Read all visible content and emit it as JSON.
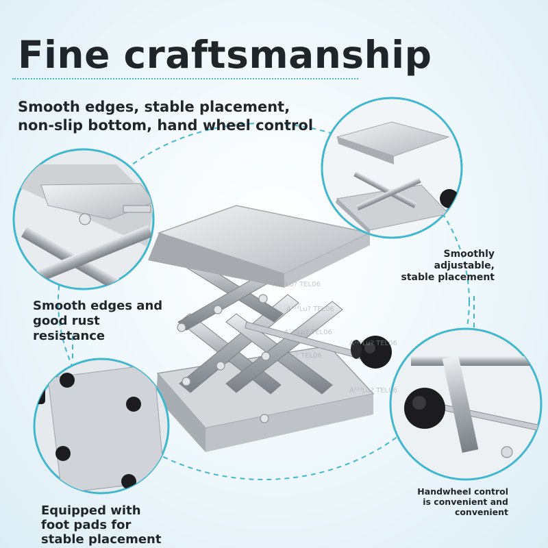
{
  "heading": "Fine craftsmanship",
  "subheading": {
    "line1": "Smooth edges, stable placement,",
    "line2": "non-slip bottom, hand wheel control"
  },
  "callouts": {
    "rust": {
      "line1": "Smooth edges and",
      "line2": "good rust",
      "line3": "resistance"
    },
    "adjust": {
      "line1": "Smoothly",
      "line2": "adjustable,",
      "line3": "stable placement"
    },
    "feet": {
      "line1": "Equipped with",
      "line2": "foot pads for",
      "line3": "stable placement"
    },
    "handwheel": {
      "line1": "Handwheel control",
      "line2": "is convenient and",
      "line3": "convenient"
    }
  },
  "watermark": "A¹²³Lu? TEL06",
  "colors": {
    "accent": "#3fb8cf",
    "text": "#1f2529",
    "steel": "#c9ccd0",
    "knob": "#1c1c1e"
  }
}
